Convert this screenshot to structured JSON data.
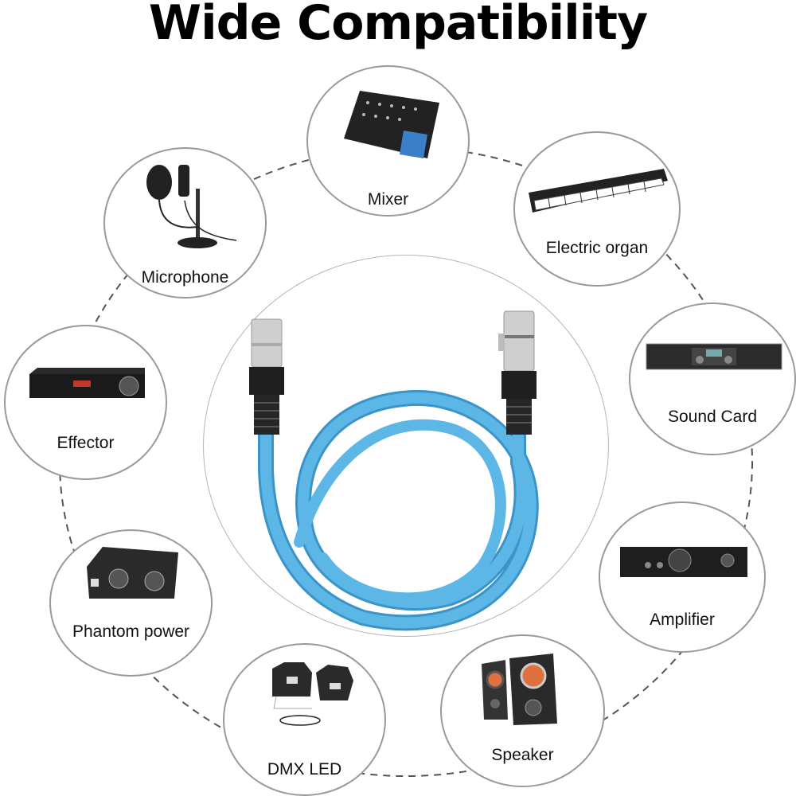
{
  "title": "Wide Compatibility",
  "center_product": {
    "name": "xlr-cable",
    "cable_color": "#4aa7dc",
    "connector_left": "XLR male",
    "connector_right": "XLR female"
  },
  "devices": [
    {
      "id": "mixer",
      "label": "Mixer",
      "icon": "mixer-icon"
    },
    {
      "id": "electric-organ",
      "label": "Electric organ",
      "icon": "keyboard-icon"
    },
    {
      "id": "sound-card",
      "label": "Sound Card",
      "icon": "rack-unit-icon"
    },
    {
      "id": "amplifier",
      "label": "Amplifier",
      "icon": "amplifier-icon"
    },
    {
      "id": "speaker",
      "label": "Speaker",
      "icon": "speaker-icon"
    },
    {
      "id": "dmx-led",
      "label": "DMX LED",
      "icon": "stage-light-icon"
    },
    {
      "id": "phantom-power",
      "label": "Phantom power",
      "icon": "phantom-power-icon"
    },
    {
      "id": "effector",
      "label": "Effector",
      "icon": "effector-icon"
    },
    {
      "id": "microphone",
      "label": "Microphone",
      "icon": "microphone-icon"
    }
  ],
  "colors": {
    "ring_line": "#555555",
    "node_border": "#9a9a9a",
    "cable": "#4aa7dc",
    "text": "#111111"
  }
}
